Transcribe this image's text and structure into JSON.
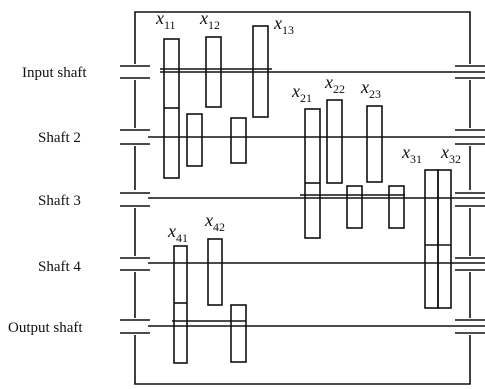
{
  "shaft_labels": {
    "input": "Input shaft",
    "s2": "Shaft 2",
    "s3": "Shaft 3",
    "s4": "Shaft 4",
    "output": "Output shaft"
  },
  "gear_labels": {
    "x11": {
      "base": "x",
      "sub": "11"
    },
    "x12": {
      "base": "x",
      "sub": "12"
    },
    "x13": {
      "base": "x",
      "sub": "13"
    },
    "x21": {
      "base": "x",
      "sub": "21"
    },
    "x22": {
      "base": "x",
      "sub": "22"
    },
    "x23": {
      "base": "x",
      "sub": "23"
    },
    "x31": {
      "base": "x",
      "sub": "31"
    },
    "x32": {
      "base": "x",
      "sub": "32"
    },
    "x41": {
      "base": "x",
      "sub": "41"
    },
    "x42": {
      "base": "x",
      "sub": "42"
    }
  },
  "colors": {
    "stroke": "#111111",
    "background": "#ffffff"
  }
}
